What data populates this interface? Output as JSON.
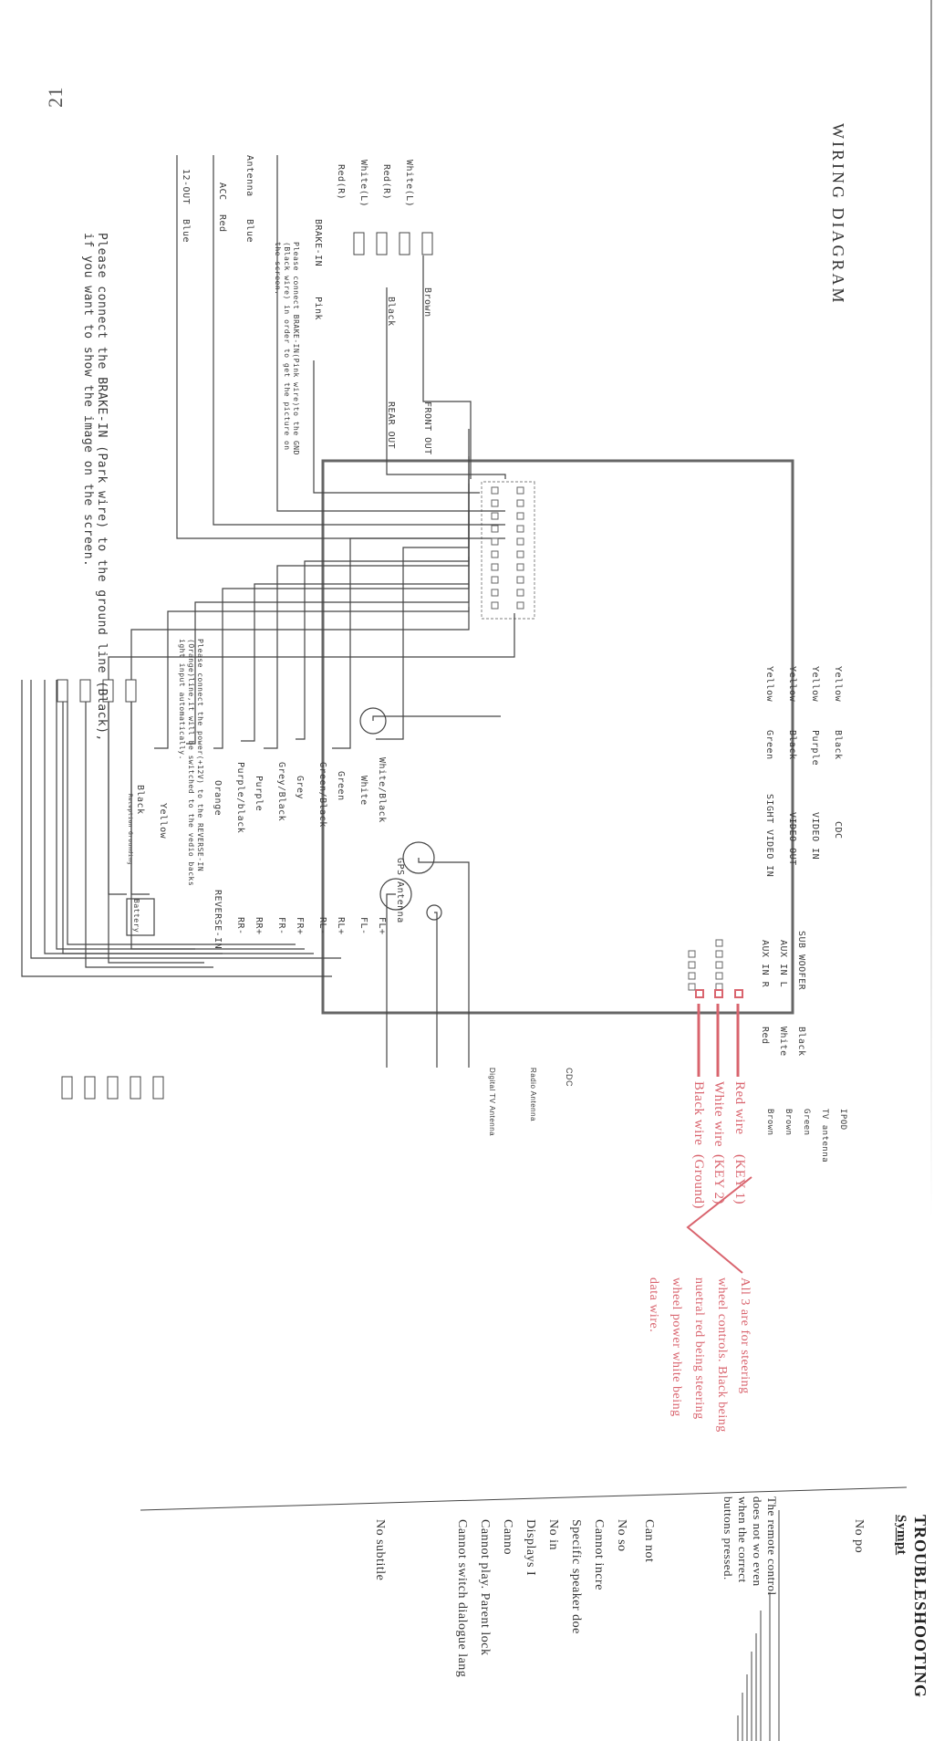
{
  "page": {
    "page_number": "21",
    "title": "WIRING DIAGRAM",
    "footer_note_line1": "Please connect the BRAKE-IN (Park wire) to the ground line (Black),",
    "footer_note_line2": "if you want to show the image on the screen."
  },
  "rca_outputs": [
    {
      "label": "White(L)",
      "group": "FRONT OUT",
      "wire": "Brown"
    },
    {
      "label": "Red(R)",
      "group": "FRONT OUT",
      "wire": "Brown"
    },
    {
      "label": "White(L)",
      "group": "REAR OUT",
      "wire": "Black"
    },
    {
      "label": "Red(R)",
      "group": "REAR OUT",
      "wire": "Black"
    }
  ],
  "left_wires": {
    "front_wire": "Brown",
    "front_label": "FRONT OUT",
    "rear_wire": "Black",
    "rear_label": "REAR OUT",
    "brake": {
      "label": "BRAKE-IN",
      "wire": "Pink"
    },
    "brake_note_line1": "Please connect BRAKE-IN(Pink wire)to the GND",
    "brake_note_line2": "(Black wire) in order to get the picture on",
    "brake_note_line3": "the screen.",
    "antenna": {
      "label": "Antenna",
      "wire": "Blue"
    },
    "acc": {
      "label": "ACC",
      "wire": "Red"
    },
    "out12": {
      "label": "12-OUT",
      "wire": "Blue"
    }
  },
  "speakers": [
    {
      "wire_pos": "White/Black",
      "wire_neg": "White",
      "pos": "FL+",
      "neg": "FL-"
    },
    {
      "wire_pos": "Green",
      "wire_neg": "Green/Black",
      "pos": "RL+",
      "neg": "RL-"
    },
    {
      "wire_pos": "Grey",
      "wire_neg": "Grey/Black",
      "pos": "FR+",
      "neg": "FR-"
    },
    {
      "wire_pos": "Purple",
      "wire_neg": "Purple/black",
      "pos": "RR+",
      "neg": "RR-"
    }
  ],
  "power": {
    "gps": "GPS Antenna",
    "reverse_wire": "Orange",
    "reverse_label": "REVERSE-IN",
    "reverse_note_line1": "Please connect the power(+12V) to the REVERSE-IN",
    "reverse_note_line2": "(Orange)line,it will be switched to the vedio backs",
    "reverse_note_line3": "ight input automatically.",
    "battery_pos_wire": "Yellow",
    "ground_wire": "Black",
    "ground_label": "Reception Grounding",
    "battery_label": "Battery"
  },
  "video": [
    {
      "plug": "Yellow",
      "wire": "Black",
      "label": "CDC"
    },
    {
      "plug": "Yellow",
      "wire": "Purple",
      "label": "VIDEO IN"
    },
    {
      "plug": "Yellow",
      "wire": "Black",
      "label": "VIDEO OUT"
    },
    {
      "plug": "Yellow",
      "wire": "Green",
      "label": "SIGHT VIDEO IN"
    }
  ],
  "aux": [
    {
      "label": "",
      "wire": "",
      "plug": "IPOD"
    },
    {
      "label": "",
      "wire": "",
      "plug": "TV antenna"
    },
    {
      "label": "SUB WOOFER",
      "wire": "Black",
      "plug": "Green"
    },
    {
      "label": "AUX IN L",
      "wire": "White",
      "plug": "Brown"
    },
    {
      "label": "AUX IN R",
      "wire": "Red",
      "plug": "Brown"
    }
  ],
  "antennas": {
    "cdc": "CDC",
    "radio": "Radio Antenna",
    "digital_tv": "Digital TV Antenna"
  },
  "steering": {
    "red_wire": "Red wire",
    "red_key": "(KEY 1)",
    "white_wire": "White wire",
    "white_key": "(KEY 2)",
    "black_wire": "Black wire",
    "black_key": "(Ground)",
    "note_line1": "All 3 are for steering",
    "note_line2": "wheel controls. Black being",
    "note_line3": "nuetral red being steering",
    "note_line4": "wheel power white being",
    "note_line5": "data wire.",
    "accent_color": "#d9646e"
  },
  "troubleshooting": {
    "title": "TROUBLESHOOTING",
    "column_header": "Sympt",
    "rows": [
      "No po",
      "The remote control does not wo even when the correct buttons pressed.",
      "Can not",
      "No so",
      "Cannot incre",
      "Specific speaker doe",
      "No in",
      "Displays I",
      "Canno",
      "Cannot play. Parent lock",
      "Cannot switch dialogue lang",
      "No subtitle"
    ]
  }
}
